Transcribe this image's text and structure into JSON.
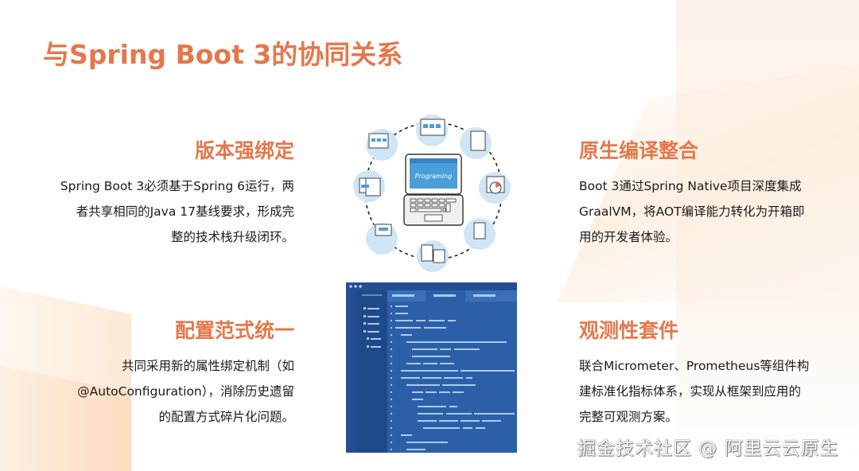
{
  "slide": {
    "title": "与Spring Boot 3的协同关系",
    "sections": [
      {
        "heading": "版本强绑定",
        "lines": [
          "Spring Boot 3必须基于Spring 6运行，两",
          "者共享相同的Java 17基线要求，形成完",
          "整的技术栈升级闭环。"
        ]
      },
      {
        "heading": "原生编译整合",
        "lines": [
          "Boot 3通过Spring Native项目深度集成",
          "GraalVM，将AOT编译能力转化为开箱即",
          "用的开发者体验。"
        ]
      },
      {
        "heading": "配置范式统一",
        "lines": [
          "共同采用新的属性绑定机制（如",
          "@AutoConfiguration），消除历史遗留",
          "的配置方式碎片化问题。"
        ]
      },
      {
        "heading": "观测性套件",
        "lines": [
          "联合Micrometer、Prometheus等组件构",
          "建标准化指标体系，实现从框架到应用的",
          "完整可观测方案。"
        ]
      }
    ],
    "illustration_top": {
      "screen_label": "Programing",
      "icon": "laptop-programming-icon"
    },
    "illustration_bottom": {
      "icon": "code-editor-icon"
    },
    "watermark": "掘金技术社区 @ 阿里云云原生"
  },
  "colors": {
    "accent": "#e5784a",
    "body_text": "#1a1a1a",
    "editor_bg": "#2d5fa8",
    "editor_sidebar": "#1f4a8a",
    "code_line": "#a7cbf2",
    "circle": "#cfe6f6"
  }
}
